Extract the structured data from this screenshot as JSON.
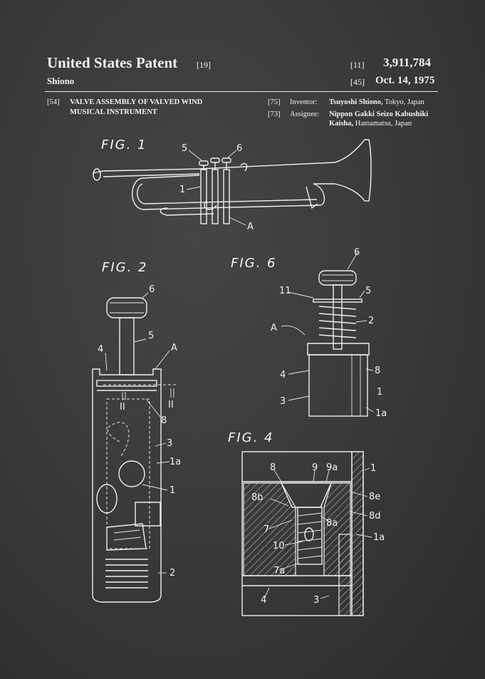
{
  "header": {
    "title": "United States Patent",
    "title_tag": "[19]",
    "inventor_surname": "Shiono",
    "patent_no_tag": "[11]",
    "patent_no": "3,911,784",
    "date_tag": "[45]",
    "date": "Oct. 14, 1975"
  },
  "biblio": {
    "title_tag": "[54]",
    "title_line1": "VALVE ASSEMBLY OF VALVED WIND",
    "title_line2": "MUSICAL INSTRUMENT",
    "inventor_tag": "[75]",
    "inventor_label": "Inventor:",
    "inventor_name": "Tsuyoshi Shiono,",
    "inventor_loc": "Tokyo, Japan",
    "assignee_tag": "[73]",
    "assignee_label": "Assignee:",
    "assignee_line1": "Nippon Gakki Seizo Kabushiki",
    "assignee_line2_name": "Kaisha,",
    "assignee_line2_loc": "Hamamatsu, Japan"
  },
  "figures": {
    "fig1": "FIG. 1",
    "fig2": "FIG. 2",
    "fig6": "FIG. 6",
    "fig4": "FIG. 4"
  },
  "callouts": {
    "fig1": [
      "5",
      "6",
      "1",
      "A"
    ],
    "fig2": [
      "6",
      "5",
      "4",
      "A",
      "II",
      "II",
      "8",
      "3",
      "1a",
      "1",
      "2"
    ],
    "fig6": [
      "6",
      "11",
      "5",
      "2",
      "A",
      "4",
      "8",
      "1",
      "3",
      "1a"
    ],
    "fig4": [
      "8",
      "9",
      "9a",
      "1",
      "8b",
      "8e",
      "8d",
      "7",
      "8a",
      "1a",
      "10",
      "7a",
      "4",
      "3"
    ]
  },
  "colors": {
    "chalkboard": "#3a3a3a",
    "chalk": "#f0f0f0"
  }
}
